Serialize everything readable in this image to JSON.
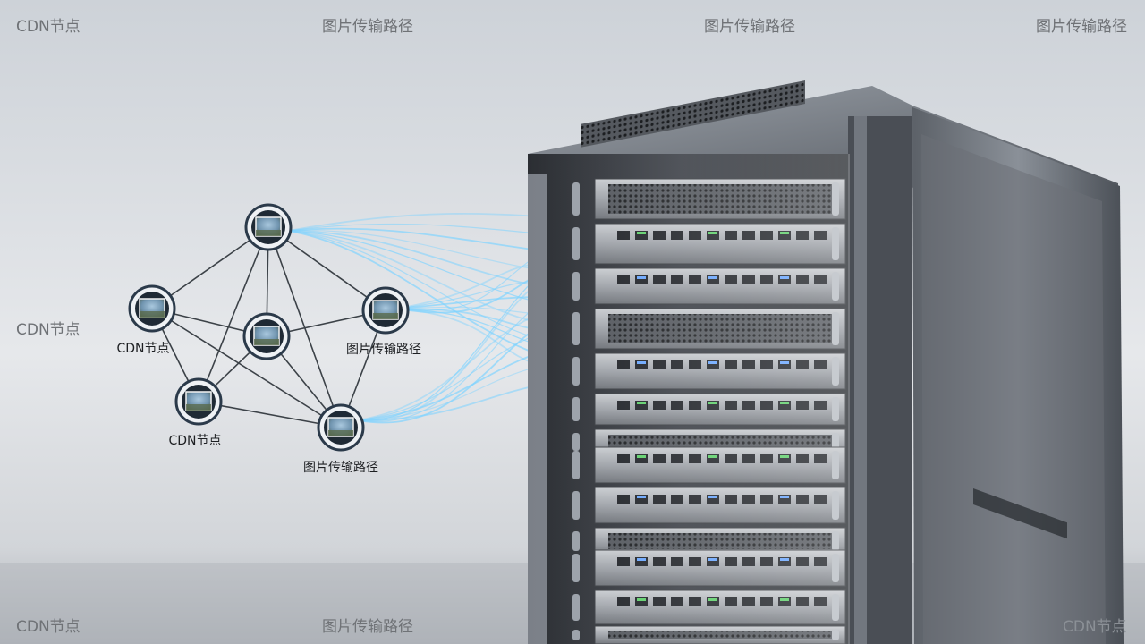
{
  "watermarks": [
    "CDN节点",
    "图片传输路径",
    "图片传输路径",
    "图片传输路径",
    "CDN节点",
    "CDN节点",
    "图片传输路径",
    "CDN节点"
  ],
  "diagram": {
    "nodes": [
      {
        "label": ""
      },
      {
        "label": "CDN节点"
      },
      {
        "label": ""
      },
      {
        "label": "图片传输路径"
      },
      {
        "label": "CDN节点"
      },
      {
        "label": "图片传输路径"
      }
    ]
  },
  "colors": {
    "sky_top": "#cfd4da",
    "sky_bottom": "#e9ebed",
    "floor": "#9aa0a6",
    "rack_dark": "#1b1d21",
    "rack_metal": "#6c7179",
    "fiber": "#7fd3ff",
    "node_ring": "#2b3a4a"
  }
}
